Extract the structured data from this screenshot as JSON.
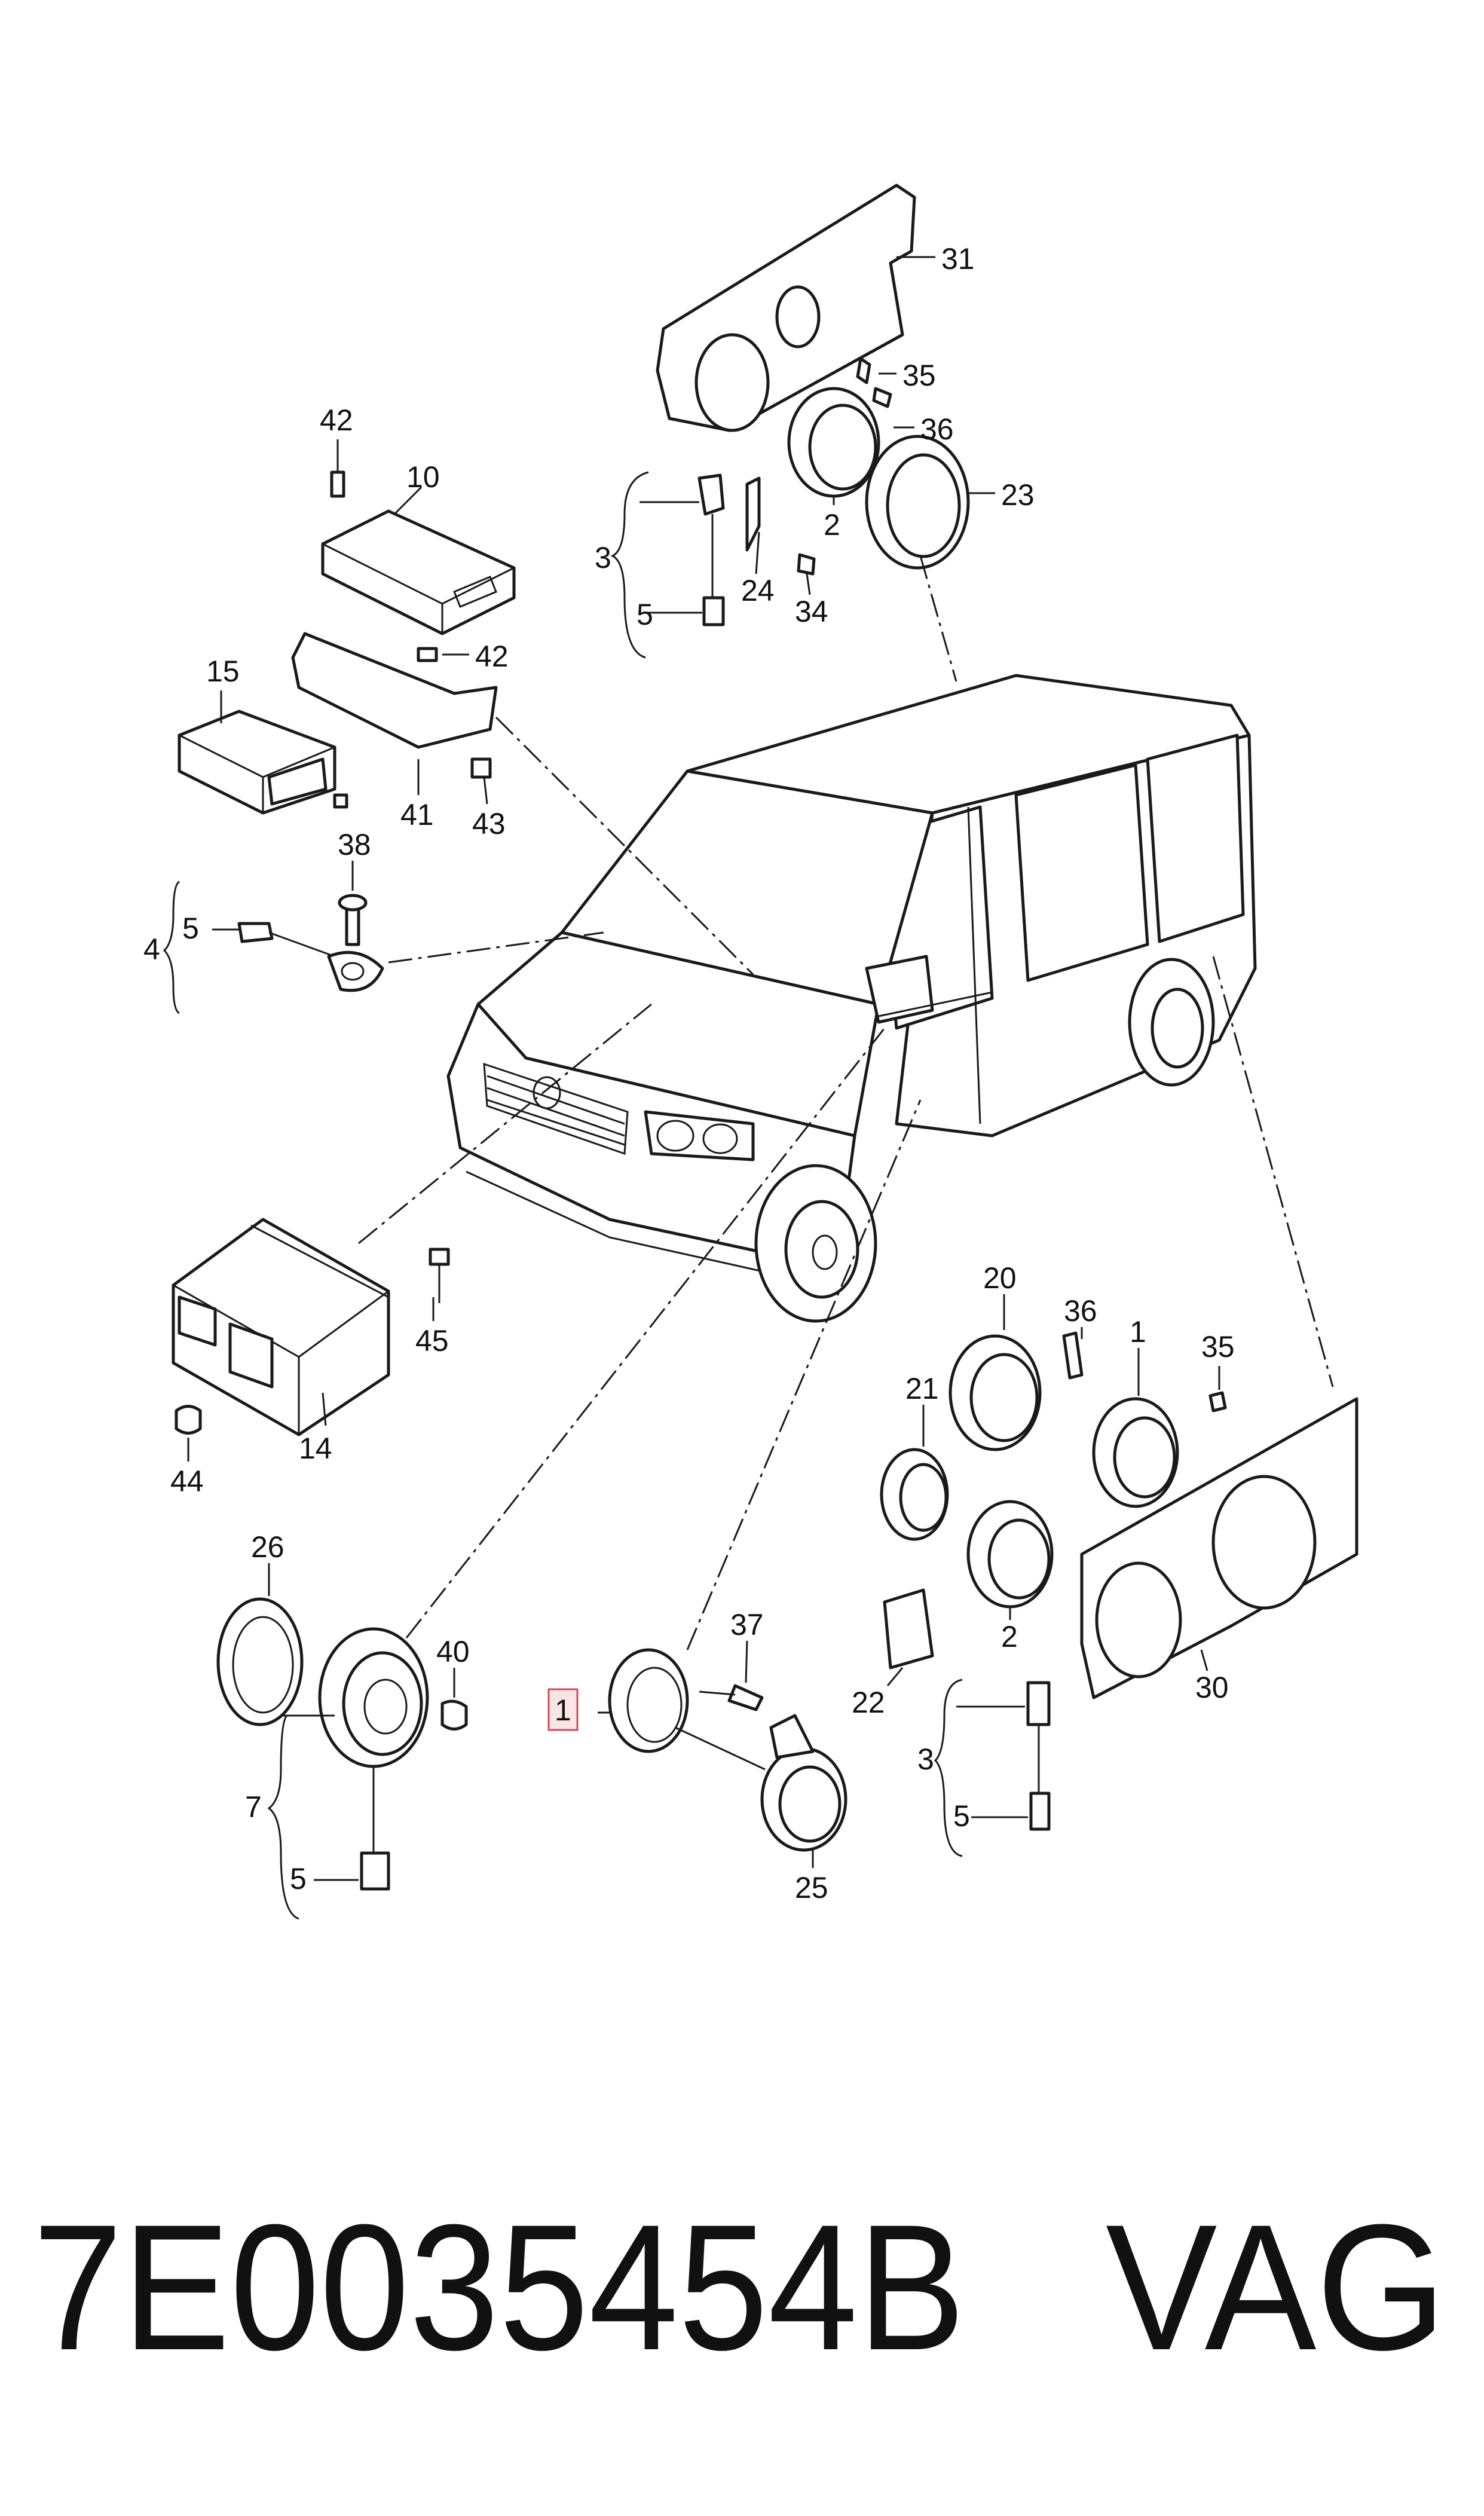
{
  "labels": {
    "l31": "31",
    "l35a": "35",
    "l36a": "36",
    "l23": "23",
    "l2a": "2",
    "l3a": "3",
    "l5a": "5",
    "l24": "24",
    "l34": "34",
    "l42a": "42",
    "l10": "10",
    "l42b": "42",
    "l15": "15",
    "l41": "41",
    "l43": "43",
    "l38": "38",
    "l4": "4",
    "l5b": "5",
    "l45": "45",
    "l14": "14",
    "l44": "44",
    "l20": "20",
    "l36b": "36",
    "l1a": "1",
    "l35b": "35",
    "l21": "21",
    "l2b": "2",
    "l22": "22",
    "l30": "30",
    "l3b": "3",
    "l5c": "5",
    "l26": "26",
    "l40": "40",
    "l7": "7",
    "l5d": "5",
    "l1b": "1",
    "l37": "37",
    "l25": "25"
  },
  "footer": {
    "part_number": "7E0035454B",
    "brand": "VAG"
  }
}
